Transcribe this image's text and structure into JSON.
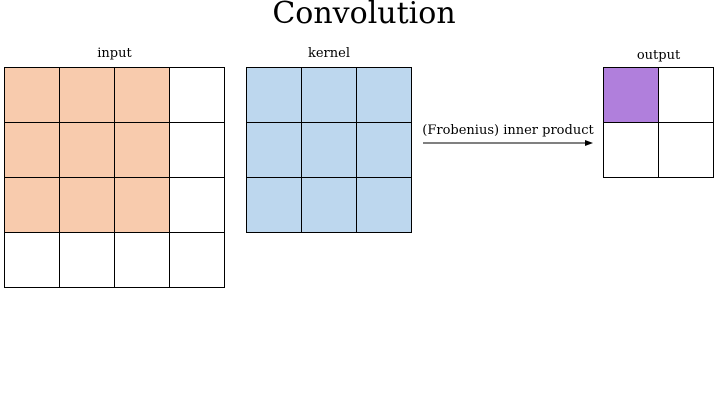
{
  "title": "Convolution",
  "input": {
    "label": "input",
    "rows": 4,
    "cols": 4,
    "highlight_rows": 3,
    "highlight_cols": 3,
    "highlight_color": "#f8cbad",
    "base_color": "#ffffff"
  },
  "kernel": {
    "label": "kernel",
    "rows": 3,
    "cols": 3,
    "color": "#bdd7ee"
  },
  "operation": {
    "label": "(Frobenius) inner product"
  },
  "output": {
    "label": "output",
    "rows": 2,
    "cols": 2,
    "highlight_cells": [
      [
        0,
        0
      ]
    ],
    "highlight_color": "#b07fdc",
    "base_color": "#ffffff"
  }
}
